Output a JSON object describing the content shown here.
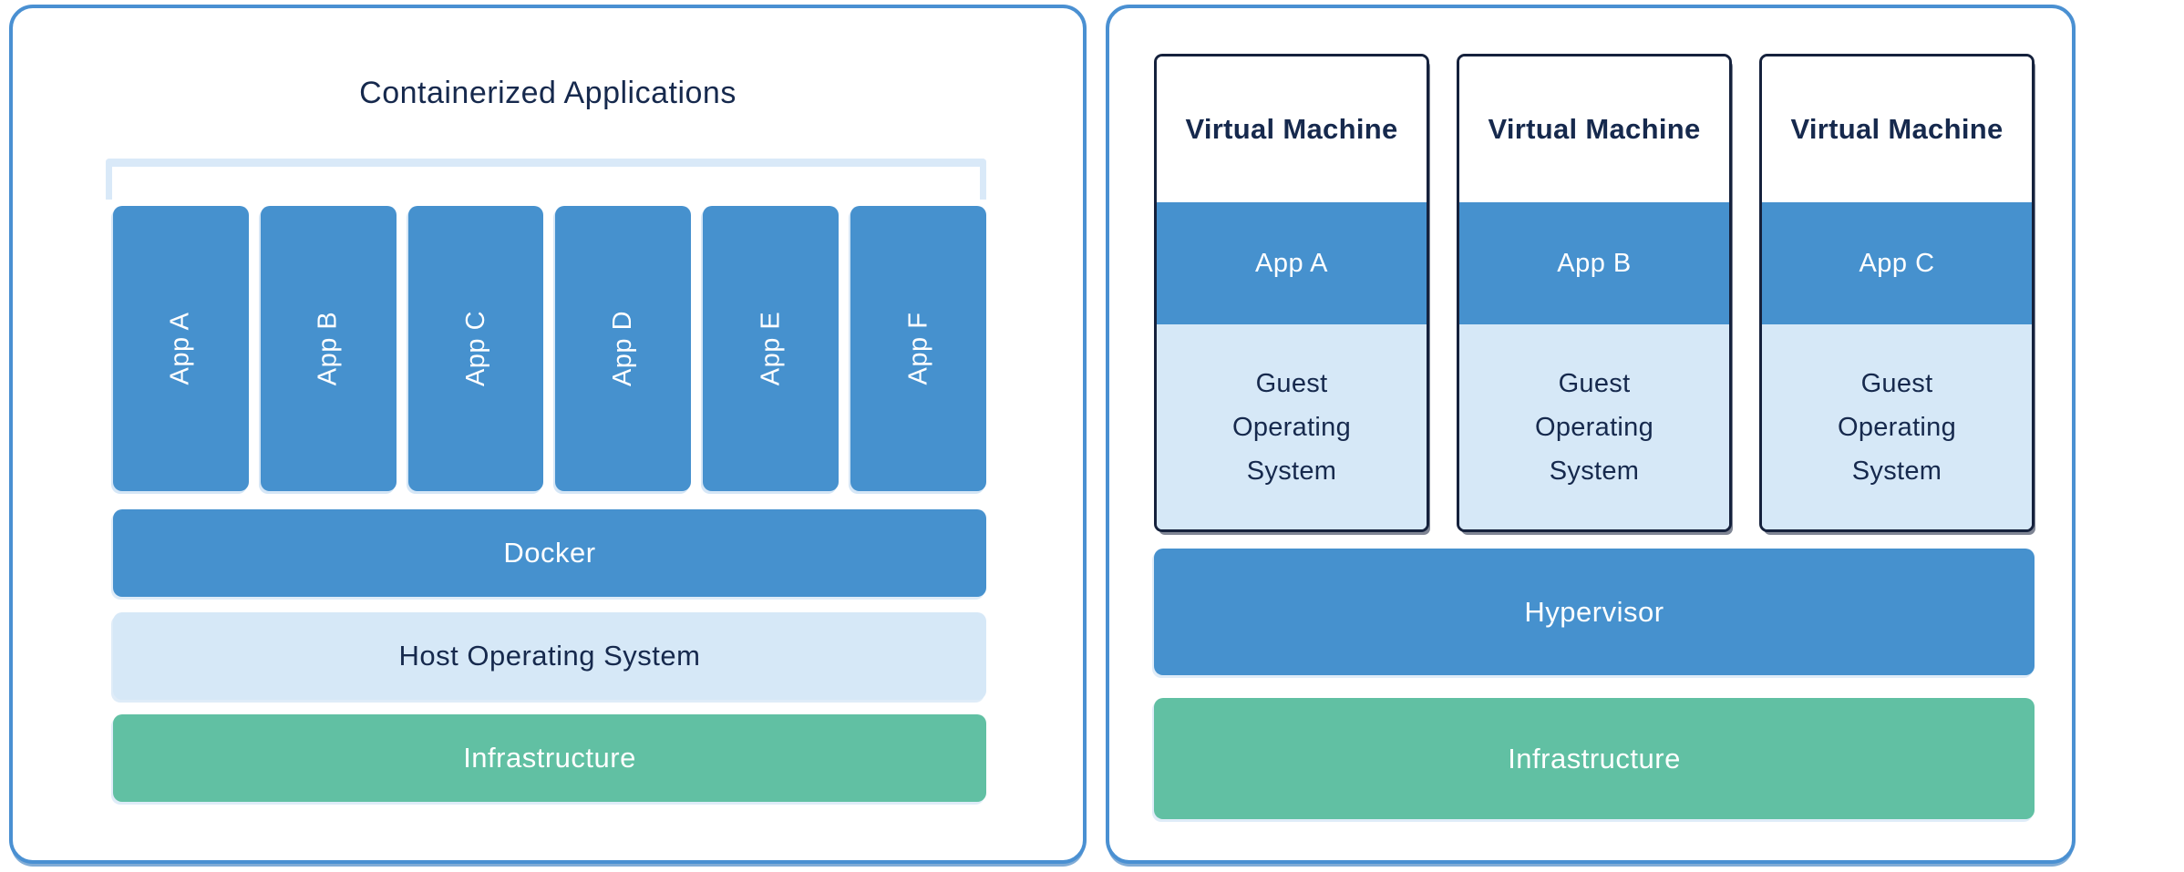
{
  "colors": {
    "panel_border": "#4a90d2",
    "bar_blue": "#4691ce",
    "bar_light_blue": "#d6e8f7",
    "bar_green": "#61c0a3",
    "navy_text": "#16294d",
    "vm_box_border": "#15213c",
    "bracket_blue": "#d9e9f8",
    "white_text": "#ffffff"
  },
  "left_panel": {
    "title": "Containerized Applications",
    "apps": [
      {
        "label": "App A"
      },
      {
        "label": "App B"
      },
      {
        "label": "App C"
      },
      {
        "label": "App D"
      },
      {
        "label": "App E"
      },
      {
        "label": "App F"
      }
    ],
    "layers": [
      {
        "label": "Docker"
      },
      {
        "label": "Host Operating System"
      },
      {
        "label": "Infrastructure"
      }
    ]
  },
  "right_panel": {
    "vms": [
      {
        "title": "Virtual Machine",
        "app": "App A",
        "os": "Guest Operating System"
      },
      {
        "title": "Virtual Machine",
        "app": "App B",
        "os": "Guest Operating System"
      },
      {
        "title": "Virtual Machine",
        "app": "App C",
        "os": "Guest Operating System"
      }
    ],
    "layers": [
      {
        "label": "Hypervisor"
      },
      {
        "label": "Infrastructure"
      }
    ]
  }
}
